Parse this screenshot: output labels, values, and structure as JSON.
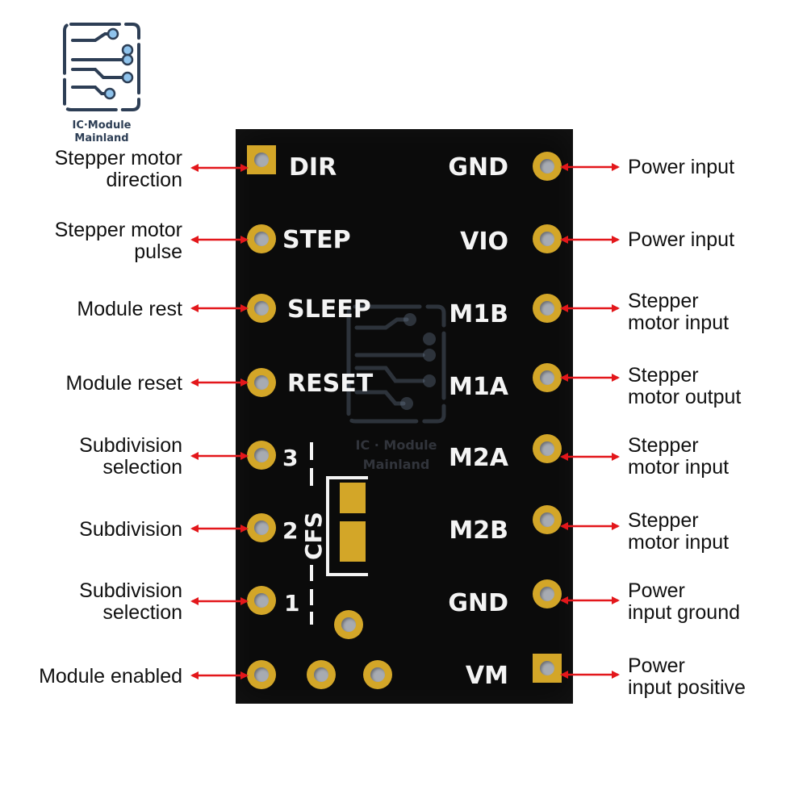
{
  "logo": {
    "line1": "IC·Module",
    "line2": "Mainland"
  },
  "watermark": {
    "line1": "IC · Module",
    "line2": "Mainland"
  },
  "colors": {
    "board": "#0b0b0b",
    "pad_gold": "#d3a628",
    "pad_hole": "#a7abb2",
    "arrow": "#e3171b",
    "silkscreen": "#f4f4f4",
    "logo": "#2d3e55"
  },
  "left_pins": [
    {
      "silk": "DIR",
      "label": "Stepper motor\ndirection"
    },
    {
      "silk": "STEP",
      "label": "Stepper motor\npulse"
    },
    {
      "silk": "SLEEP",
      "label": "Module rest"
    },
    {
      "silk": "RESET",
      "label": "Module reset"
    },
    {
      "silk": "3",
      "label": "Subdivision\nselection"
    },
    {
      "silk": "2",
      "label": "Subdivision"
    },
    {
      "silk": "1",
      "label": "Subdivision\nselection"
    },
    {
      "silk": "",
      "label": "Module enabled"
    }
  ],
  "right_pins": [
    {
      "silk": "GND",
      "label": "Power input"
    },
    {
      "silk": "VIO",
      "label": "Power input"
    },
    {
      "silk": "M1B",
      "label": "Stepper\nmotor input"
    },
    {
      "silk": "M1A",
      "label": "Stepper\nmotor output"
    },
    {
      "silk": "M2A",
      "label": "Stepper\nmotor input"
    },
    {
      "silk": "M2B",
      "label": "Stepper\nmotor input"
    },
    {
      "silk": "GND",
      "label": "Power\ninput ground"
    },
    {
      "silk": "VM",
      "label": "Power\ninput positive"
    }
  ],
  "cfs_label": "CFS"
}
